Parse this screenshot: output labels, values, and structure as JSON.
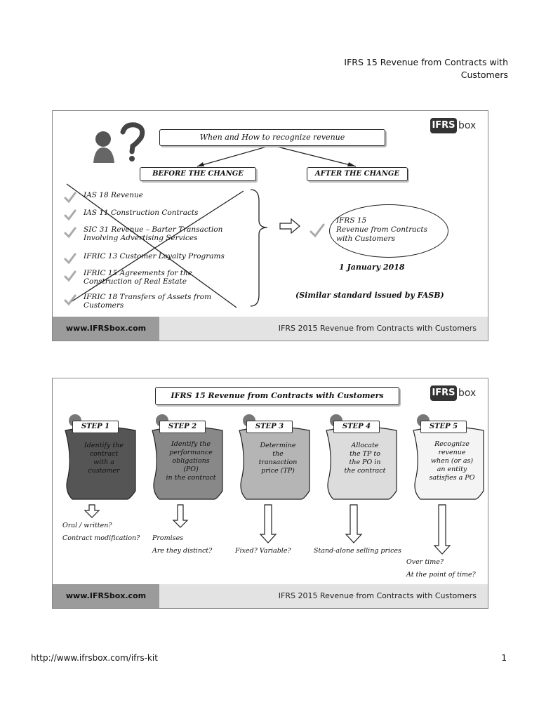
{
  "doc": {
    "header_line1": "IFRS 15 Revenue from Contracts with",
    "header_line2": "Customers",
    "footer_url": "http://www.ifrsbox.com/ifrs-kit",
    "page_number": "1"
  },
  "slide1": {
    "logo_ifrs": "IFRS",
    "logo_box": "box",
    "title": "When and How to recognize revenue",
    "before_label": "BEFORE THE CHANGE",
    "after_label": "AFTER THE CHANGE",
    "old_standards": [
      {
        "line1": "IAS 18 Revenue",
        "line2": ""
      },
      {
        "line1": "IAS 11 Construction Contracts",
        "line2": ""
      },
      {
        "line1": "SIC 31 Revenue – Barter Transaction",
        "line2": "Involving Advertising Services"
      },
      {
        "line1": "IFRIC 13 Customer Loyalty Programs",
        "line2": ""
      },
      {
        "line1": "IFRIC 15 Agreements for the",
        "line2": "Construction of Real Estate"
      },
      {
        "line1": "IFRIC 18 Transfers of Assets from",
        "line2": "Customers"
      }
    ],
    "new_standard_line1": "IFRS 15",
    "new_standard_line2": "Revenue from Contracts",
    "new_standard_line3": "with Customers",
    "effective_date": "1 January 2018",
    "note": "(Similar standard issued by FASB)",
    "footer_left": "www.IFRSbox.com",
    "footer_right": "IFRS 2015 Revenue from Contracts with Customers"
  },
  "slide2": {
    "logo_ifrs": "IFRS",
    "logo_box": "box",
    "title": "IFRS 15 Revenue from Contracts with Customers",
    "steps": [
      {
        "label": "STEP 1",
        "line1": "Identify the",
        "line2": "contract",
        "line3": "with a",
        "line4": "customer",
        "line5": "",
        "fill": "#555555",
        "text_color": "#111111"
      },
      {
        "label": "STEP 2",
        "line1": "Identify the",
        "line2": "performance",
        "line3": "obligations",
        "line4": "(PO)",
        "line5": "in the contract",
        "fill": "#888888",
        "text_color": "#111111"
      },
      {
        "label": "STEP 3",
        "line1": "Determine",
        "line2": "the",
        "line3": "transaction",
        "line4": "price (TP)",
        "line5": "",
        "fill": "#b5b5b5",
        "text_color": "#111111"
      },
      {
        "label": "STEP 4",
        "line1": "Allocate",
        "line2": "the TP to",
        "line3": "the PO in",
        "line4": "the contract",
        "line5": "",
        "fill": "#dcdcdc",
        "text_color": "#111111"
      },
      {
        "label": "STEP 5",
        "line1": "Recognize",
        "line2": "revenue",
        "line3": "when (or as)",
        "line4": "an entity",
        "line5": "satisfies a PO",
        "fill": "#f4f4f4",
        "text_color": "#111111"
      }
    ],
    "questions": {
      "q1a": "Oral / written?",
      "q1b": "Contract modification?",
      "q2a": "Promises",
      "q2b": "Are they distinct?",
      "q3": "Fixed? Variable?",
      "q4": "Stand-alone selling prices",
      "q5a": "Over time?",
      "q5b": "At the point of time?"
    },
    "footer_left": "www.IFRSbox.com",
    "footer_right": "IFRS 2015 Revenue from Contracts with Customers"
  }
}
